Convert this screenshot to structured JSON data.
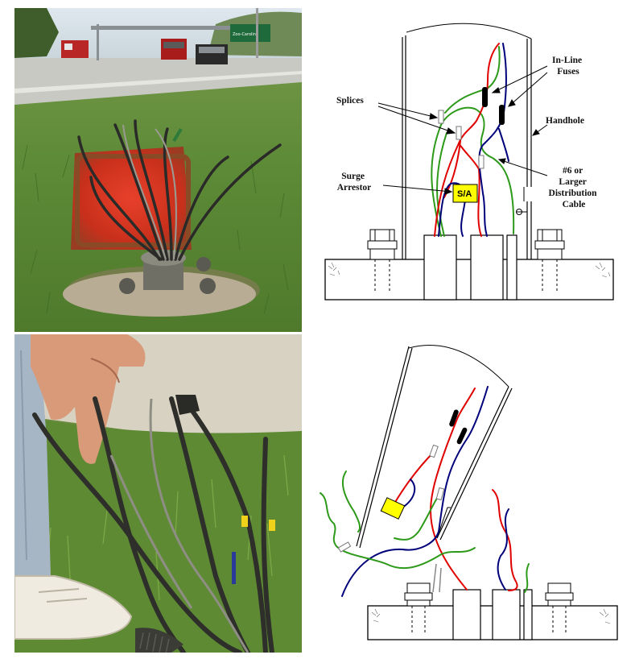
{
  "top_diagram": {
    "labels": {
      "inline_fuses": [
        "In-Line",
        "Fuses"
      ],
      "splices": "Splices",
      "handhole": "Handhole",
      "surge_arrestor": [
        "Surge",
        "Arrestor"
      ],
      "distribution_cable": [
        "#6 or",
        "Larger",
        "Distribution",
        "Cable"
      ],
      "sa_box": "S/A"
    }
  },
  "photo_top": {
    "sign_text": "Zoo-Carolina"
  },
  "colors": {
    "wire_red": "#e00000",
    "wire_blue": "#00007a",
    "wire_green": "#2d9a1a",
    "fuse": "#000000",
    "surge_box": "#ffff00",
    "line": "#000000"
  }
}
